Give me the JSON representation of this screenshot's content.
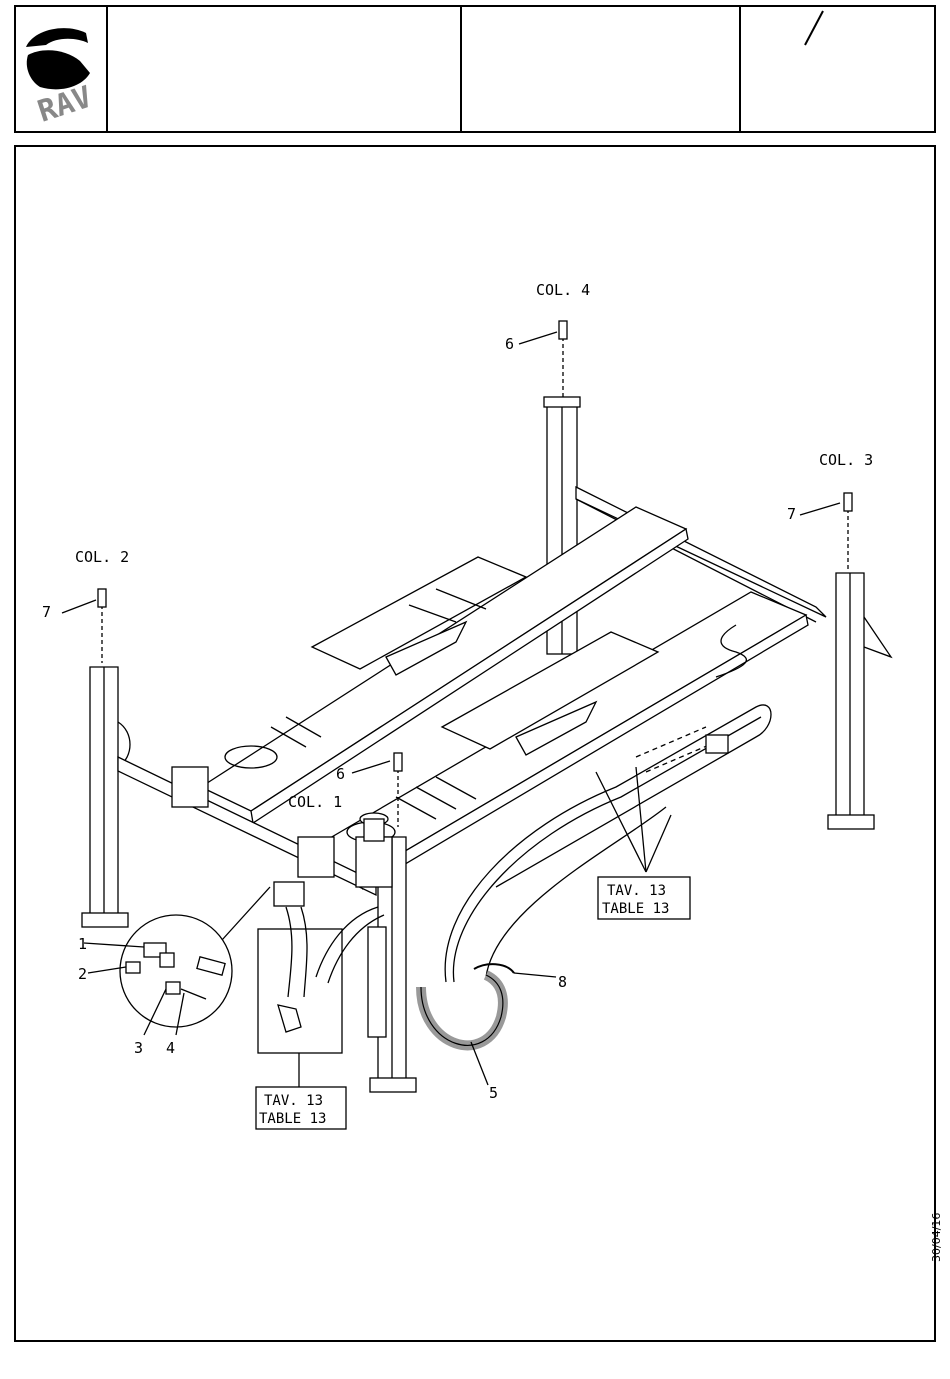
{
  "header": {
    "logo_text": "RAV"
  },
  "diagram": {
    "columns": [
      "COL. 1",
      "COL. 2",
      "COL. 3",
      "COL. 4"
    ],
    "callouts": [
      "1",
      "2",
      "3",
      "4",
      "5",
      "6",
      "6",
      "7",
      "7",
      "8"
    ],
    "table_refs": [
      {
        "line1": "TAV. 13",
        "line2": "TABLE 13"
      },
      {
        "line1": "TAV. 13",
        "line2": "TABLE 13"
      }
    ]
  },
  "footer": {
    "date": "30/04/16"
  }
}
